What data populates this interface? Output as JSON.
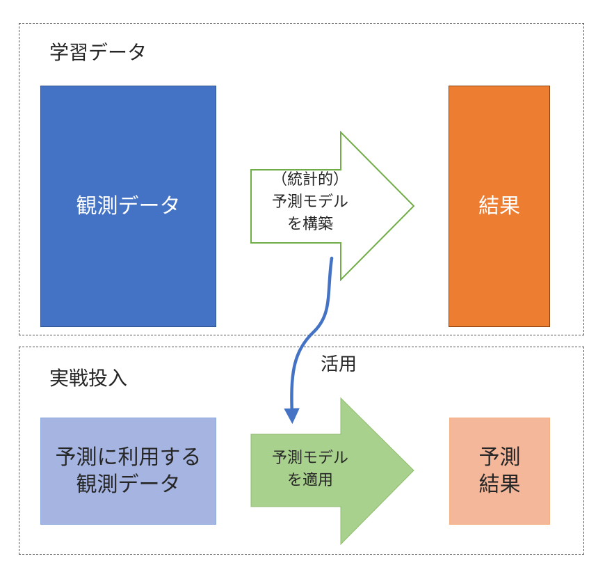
{
  "training": {
    "title": "学習データ",
    "observed_label": "観測データ",
    "build_arrow": [
      "（統計的）",
      "予測モデル",
      "を構築"
    ],
    "result_label": "結果"
  },
  "connector": {
    "label": "活用"
  },
  "deployment": {
    "title": "実戦投入",
    "input_lines": [
      "予測に利用する",
      "観測データ"
    ],
    "apply_arrow": [
      "予測モデル",
      "を適用"
    ],
    "result_lines": [
      "予測",
      "結果"
    ]
  },
  "colors": {
    "observed": "#4472c4",
    "result": "#ed7d31",
    "predict_input": "#a5b4e0",
    "predict_result": "#f4b79a",
    "build_arrow_outline": "#70ad47",
    "apply_arrow_fill": "#a9d18e",
    "connector": "#4472c4"
  }
}
